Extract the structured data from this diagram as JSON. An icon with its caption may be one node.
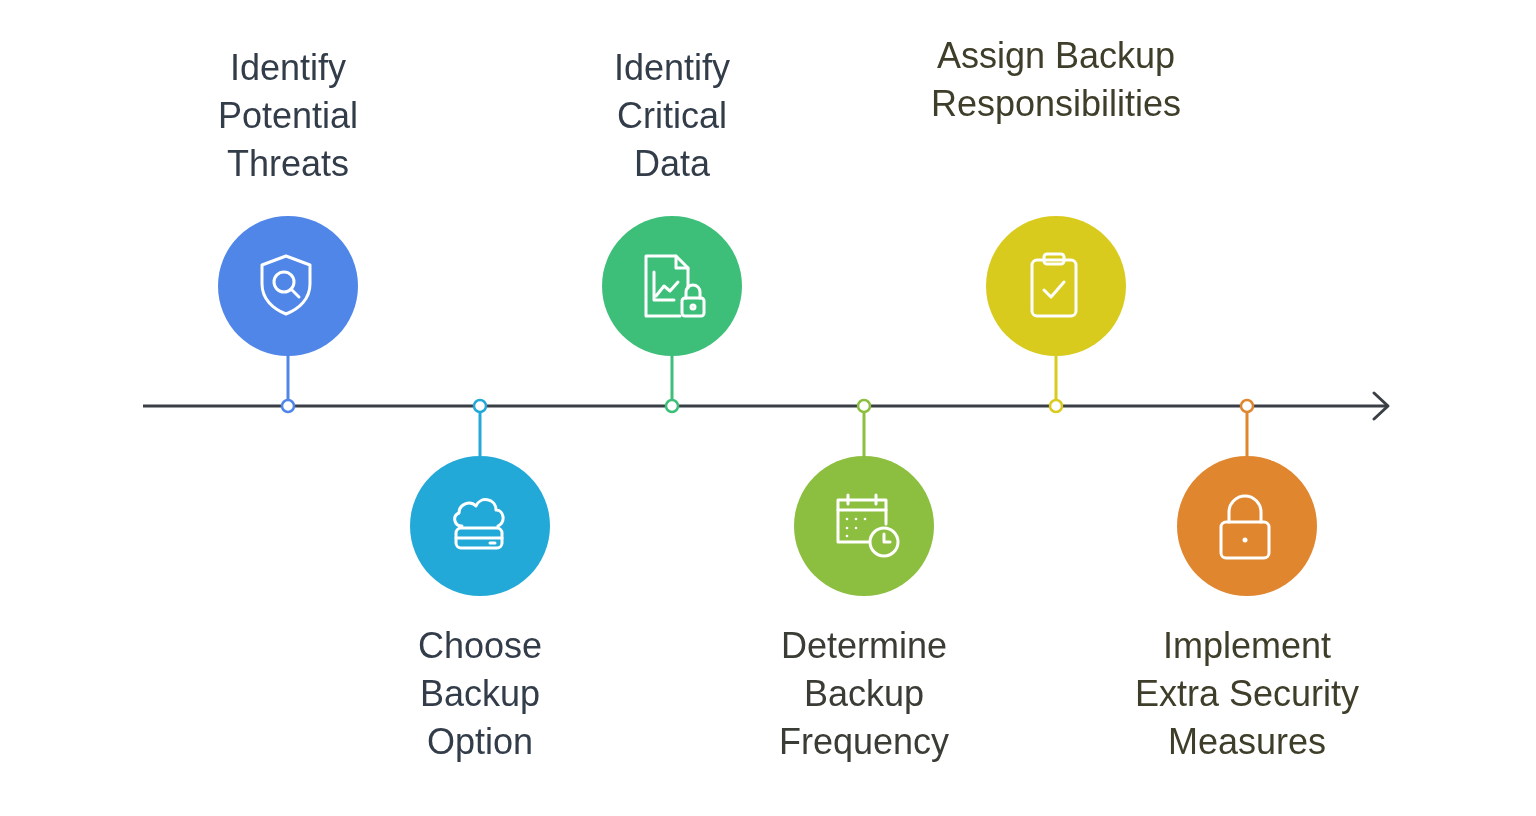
{
  "diagram": {
    "nodes": [
      {
        "text": [
          "Identify Potential Threats"
        ]
      },
      {
        "text": [
          "Choose Backup Option"
        ]
      },
      {
        "text": [
          "Identify Critical Data"
        ]
      },
      {
        "text": [
          "Determine Backup Frequency"
        ]
      },
      {
        "text": [
          "Assign Backup Responsibilities"
        ]
      },
      {
        "text": [
          "Implement Extra Security Measures"
        ]
      },
      {
        "text": [],
        "shape": "circle"
      },
      {
        "text": [],
        "shape": "circle"
      },
      {
        "text": [],
        "shape": "circle"
      },
      {
        "text": [],
        "shape": "circle"
      },
      {
        "text": [],
        "shape": "circle"
      },
      {
        "text": [],
        "shape": "circle"
      }
    ],
    "edges": [
      {
        "from": 0,
        "to": 6,
        "arrow": "none",
        "color": "#4f86e8"
      },
      {
        "from": 1,
        "to": 7,
        "arrow": "none",
        "color": "#22a9d8"
      },
      {
        "from": 2,
        "to": 8,
        "arrow": "none",
        "color": "#3dbf7a"
      },
      {
        "from": 3,
        "to": 9,
        "arrow": "none",
        "color": "#8cbf3f"
      },
      {
        "from": 4,
        "to": 10,
        "arrow": "none",
        "color": "#d9cb1e"
      },
      {
        "from": 5,
        "to": 11,
        "arrow": "none",
        "color": "#e0862f"
      }
    ]
  }
}
